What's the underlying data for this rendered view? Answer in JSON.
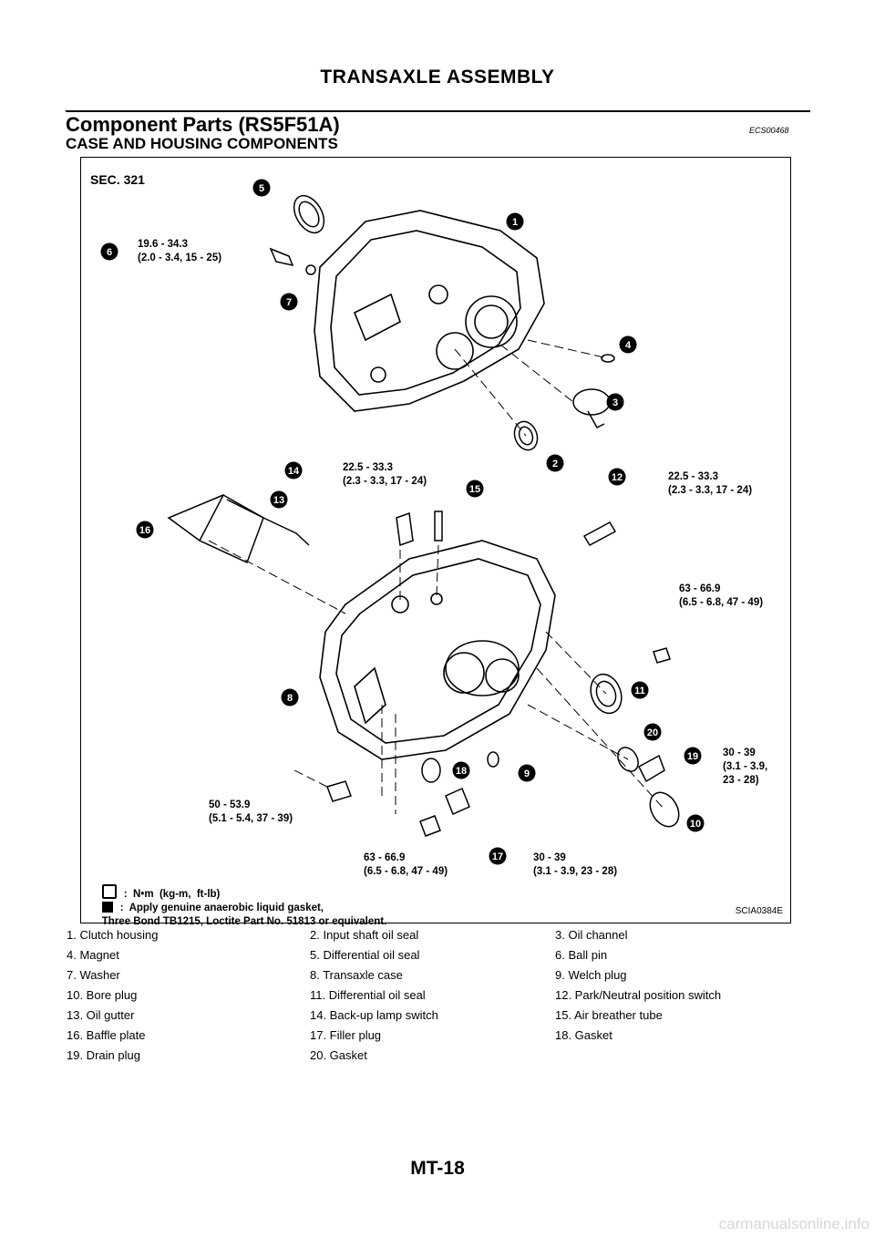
{
  "page_header": "TRANSAXLE ASSEMBLY",
  "section_title": "Component Parts (RS5F51A)",
  "section_code": "ECS00468",
  "subsection_title": "CASE AND HOUSING COMPONENTS",
  "figure": {
    "sec_label": "SEC. 321",
    "figure_id": "SCIA0384E",
    "callouts": [
      "1",
      "2",
      "3",
      "4",
      "5",
      "6",
      "7",
      "8",
      "9",
      "10",
      "11",
      "12",
      "13",
      "14",
      "15",
      "16",
      "17",
      "18",
      "19",
      "20"
    ],
    "torque_labels": {
      "t6": "19.6 - 34.3\n(2.0 - 3.4, 15 - 25)",
      "t14": "22.5 - 33.3\n(2.3 - 3.3, 17 - 24)",
      "t12": "22.5 - 33.3\n(2.3 - 3.3, 17 - 24)",
      "t_bolt_right": "63 - 66.9\n(6.5 - 6.8, 47 - 49)",
      "t19": "30 - 39\n(3.1 - 3.9,\n23 - 28)",
      "t_bolt_left": "50 - 53.9\n(5.1 - 5.4, 37 - 39)",
      "t_bolt_bottom": "63 - 66.9\n(6.5 - 6.8, 47 - 49)",
      "t17": "30 - 39\n(3.1 - 3.9, 23 - 28)"
    },
    "legend": {
      "torque_unit": ":  N•m  (kg-m,  ft-lb)",
      "sealant": ":  Apply genuine anaerobic liquid gasket,\n    Three Bond TB1215, Loctite Part No. 51813 or equivalent."
    }
  },
  "parts_list": [
    "1.   Clutch housing",
    "2.   Input shaft oil seal",
    "3.   Oil channel",
    "4.   Magnet",
    "5.   Differential oil seal",
    "6.   Ball pin",
    "7.   Washer",
    "8.   Transaxle case",
    "9.   Welch plug",
    "10.  Bore plug",
    "11.  Differential oil seal",
    "12.  Park/Neutral position switch",
    "13.  Oil gutter",
    "14.  Back-up lamp switch",
    "15.  Air breather tube",
    "16.  Baffle plate",
    "17.  Filler plug",
    "18.  Gasket",
    "19.  Drain plug",
    "20.  Gasket"
  ],
  "footer": "MT-18",
  "watermark": "carmanualsonline.info"
}
